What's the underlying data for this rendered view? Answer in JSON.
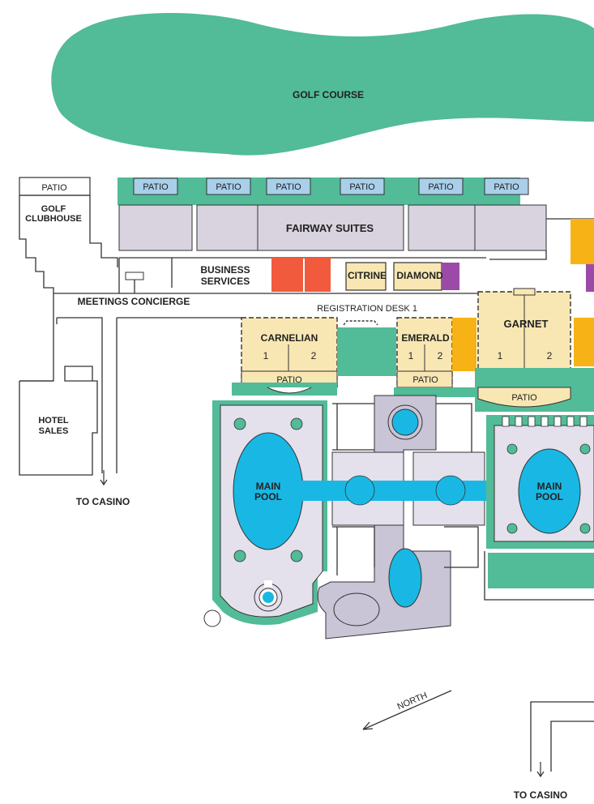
{
  "colors": {
    "green": "#52bb97",
    "room": "#f9e7b3",
    "suite": "#d8d3df",
    "patio": "#a9cfea",
    "water": "#19b8e4",
    "walk": "#c9c4d6",
    "red": "#f15a3c",
    "purple": "#9c4aa8",
    "orange": "#f7b316",
    "outline": "#333333",
    "text": "#222222"
  },
  "labels": {
    "golf_course": "GOLF COURSE",
    "patio_clubhouse": "PATIO",
    "golf_clubhouse_l1": "GOLF",
    "golf_clubhouse_l2": "CLUBHOUSE",
    "fairway_suites": "FAIRWAY SUITES",
    "patio_suites": [
      "PATIO",
      "PATIO",
      "PATIO",
      "PATIO",
      "PATIO",
      "PATIO"
    ],
    "business_l1": "BUSINESS",
    "business_l2": "SERVICES",
    "citrine": "CITRINE",
    "diamond": "DIAMOND",
    "meetings_concierge": "MEETINGS CONCIERGE",
    "registration_desk": "REGISTRATION DESK 1",
    "carnelian": "CARNELIAN",
    "carnelian_1": "1",
    "carnelian_2": "2",
    "carnelian_patio": "PATIO",
    "emerald": "EMERALD",
    "emerald_1": "1",
    "emerald_2": "2",
    "emerald_patio": "PATIO",
    "garnet": "GARNET",
    "garnet_1": "1",
    "garnet_2": "2",
    "garnet_patio": "PATIO",
    "hotel_sales_l1": "HOTEL",
    "hotel_sales_l2": "SALES",
    "to_casino_left": "TO CASINO",
    "main_pool_left_l1": "MAIN",
    "main_pool_left_l2": "POOL",
    "main_pool_right_l1": "MAIN",
    "main_pool_right_l2": "POOL",
    "north": "NORTH",
    "to_casino_bottom": "TO CASINO"
  }
}
